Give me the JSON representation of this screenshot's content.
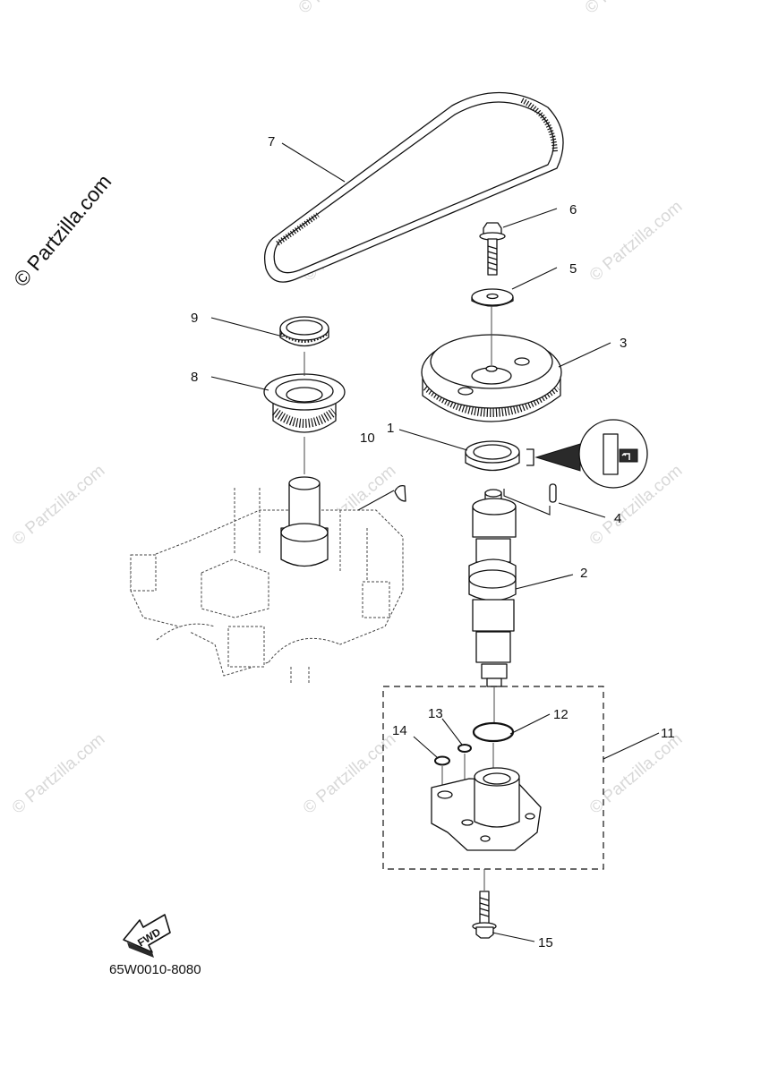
{
  "diagram": {
    "copyright": "© Partzilla.com",
    "watermark": "© Partzilla.com",
    "reference_code": "65W0010-8080",
    "fwd_label": "FWD",
    "callouts": [
      "1",
      "2",
      "3",
      "4",
      "5",
      "6",
      "7",
      "8",
      "9",
      "10",
      "11",
      "12",
      "13",
      "14",
      "15"
    ],
    "parts": [
      {
        "number": "1",
        "depiction": "oil seal"
      },
      {
        "number": "2",
        "depiction": "camshaft"
      },
      {
        "number": "3",
        "depiction": "driven pulley"
      },
      {
        "number": "4",
        "depiction": "dowel pin"
      },
      {
        "number": "5",
        "depiction": "washer"
      },
      {
        "number": "6",
        "depiction": "bolt"
      },
      {
        "number": "7",
        "depiction": "timing belt"
      },
      {
        "number": "8",
        "depiction": "drive pulley"
      },
      {
        "number": "9",
        "depiction": "belt guide ring"
      },
      {
        "number": "10",
        "depiction": "woodruff key"
      },
      {
        "number": "11",
        "depiction": "oil pump assembly"
      },
      {
        "number": "12",
        "depiction": "o-ring"
      },
      {
        "number": "13",
        "depiction": "o-ring"
      },
      {
        "number": "14",
        "depiction": "o-ring"
      },
      {
        "number": "15",
        "depiction": "bolt"
      }
    ]
  }
}
